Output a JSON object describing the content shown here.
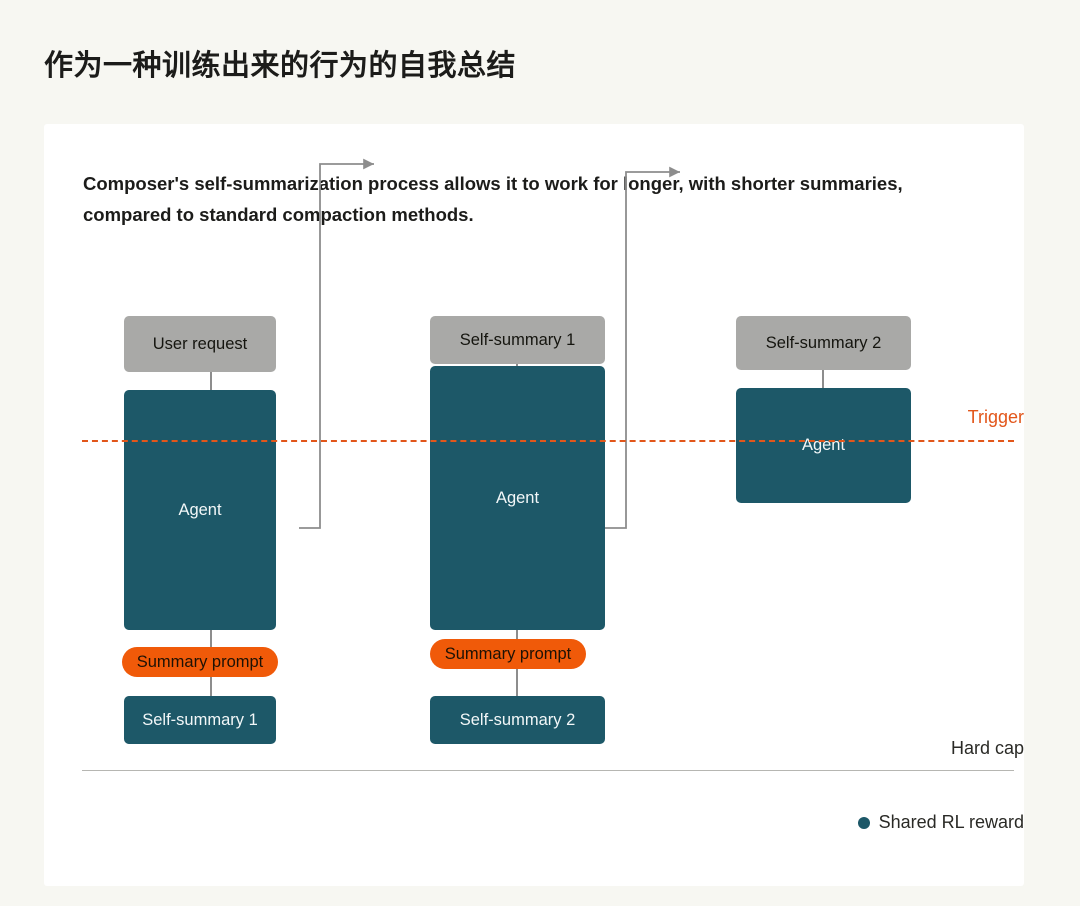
{
  "page": {
    "title": "作为一种训练出来的行为的自我总结",
    "background_color": "#f7f7f2"
  },
  "card": {
    "background_color": "#ffffff",
    "subtitle": "Composer's self-summarization process allows it to work for longer, with shorter summaries, compared to standard compaction methods."
  },
  "colors": {
    "teal": "#1d5868",
    "gray": "#a9a9a7",
    "orange": "#f05a09",
    "trigger": "#e2561a",
    "connector": "#8d8d8d"
  },
  "diagram": {
    "type": "flow",
    "columns": [
      {
        "id": "col1",
        "input_label": "User request",
        "agent_label": "Agent",
        "prompt_label": "Summary prompt",
        "output_label": "Self-summary 1"
      },
      {
        "id": "col2",
        "input_label": "Self-summary 1",
        "agent_label": "Agent",
        "prompt_label": "Summary prompt",
        "output_label": "Self-summary 2"
      },
      {
        "id": "col3",
        "input_label": "Self-summary 2",
        "agent_label": "Agent",
        "prompt_label": null,
        "output_label": null
      }
    ],
    "trigger_label": "Trigger",
    "hard_cap_label": "Hard cap",
    "legend": [
      {
        "label": "Shared RL reward",
        "color": "#1d5868"
      }
    ]
  }
}
